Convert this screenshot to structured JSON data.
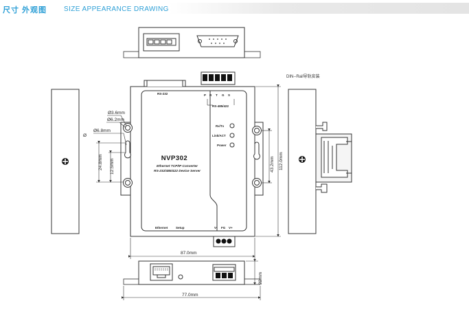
{
  "header": {
    "title_cn": "尺寸 外观图",
    "title_en": "SIZE APPEARANCE DRAWING"
  },
  "labels": {
    "din_rail": "DIN--Rail导轨安装",
    "top_port": "RS-232",
    "terminal_label": "RS-485/422",
    "terminal_pins": [
      "P",
      "R",
      "T",
      "G",
      "S"
    ],
    "led_labels": [
      "Rx/Tx",
      "Link/ACT",
      "Power"
    ],
    "model": "NVP302",
    "subtitle_1": "Ethernet TCP/IP Converter",
    "subtitle_2": "RS-232/485/422 Device Server",
    "bottom_left": "Ethernet",
    "bottom_mid": "Setup",
    "power_pins": [
      "V-",
      "FG",
      "V+"
    ]
  },
  "dimensions": {
    "d36": "Ø3.6mm",
    "d62": "Ø6.2mm",
    "d68": "Ø6.8mm",
    "phi": "Ø",
    "h248": "24.8mm",
    "h125": "12.5mm",
    "h432": "43.2mm",
    "h112": "112.0mm",
    "w87": "87.0mm",
    "w77": "77.0mm",
    "h22": "22mm"
  }
}
